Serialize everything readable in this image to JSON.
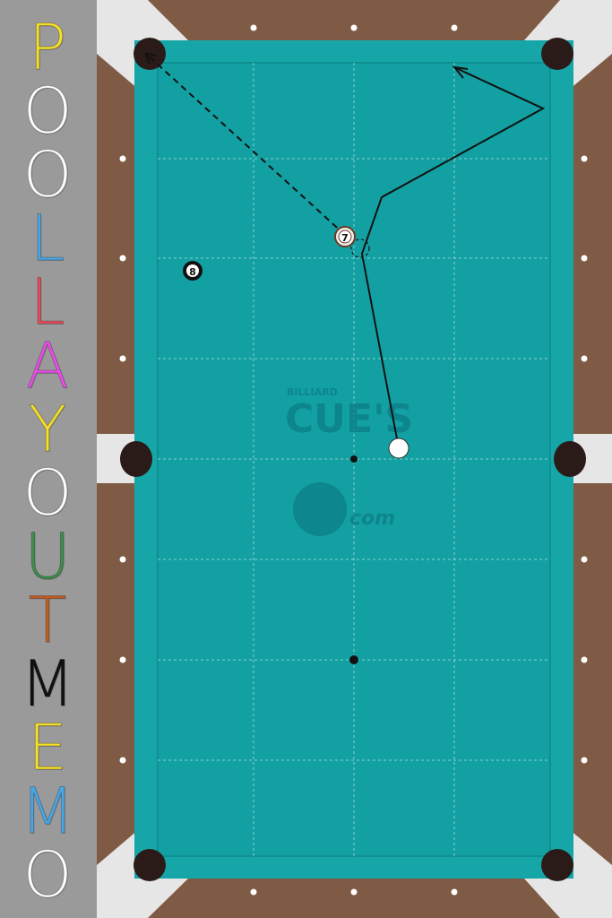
{
  "title_letters": [
    {
      "char": "P",
      "color": "#f6e12a"
    },
    {
      "char": "O",
      "color": "#ffffff"
    },
    {
      "char": "O",
      "color": "#ffffff"
    },
    {
      "char": "L",
      "color": "#4aa7e6"
    },
    {
      "char": "L",
      "color": "#e94b5a"
    },
    {
      "char": "A",
      "color": "#e84fe6"
    },
    {
      "char": "Y",
      "color": "#f6e12a"
    },
    {
      "char": "O",
      "color": "#ffffff"
    },
    {
      "char": "U",
      "color": "#3c8f4b"
    },
    {
      "char": "T",
      "color": "#c45a1e"
    },
    {
      "char": "M",
      "color": "#111111"
    },
    {
      "char": "E",
      "color": "#f6e12a"
    },
    {
      "char": "M",
      "color": "#4aa7e6"
    },
    {
      "char": "O",
      "color": "#ffffff"
    }
  ],
  "balls": {
    "object_ball_number": "7",
    "eight_ball_number": "8",
    "cue_ball": "cue-ball"
  },
  "watermark": {
    "small": "BILLIARD",
    "big": "CUE'S",
    "domain": "com"
  },
  "colors": {
    "cloth": "#13a0a2",
    "cushion": "#17a6a8",
    "rail": "#7f5a44",
    "corner": "#e6e6e6",
    "pocket": "#2b1b18",
    "background": "#9a9a9a"
  }
}
